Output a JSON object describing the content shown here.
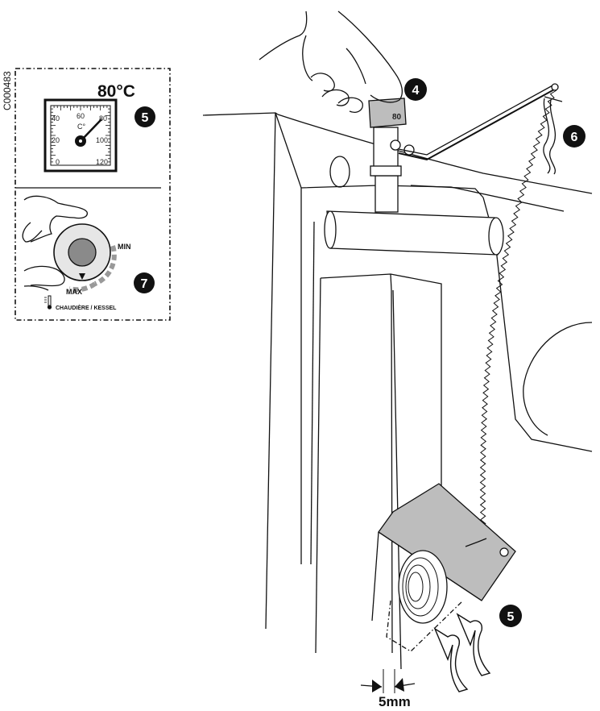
{
  "labels": {
    "doc_code": "C000483",
    "temperature": "80°C",
    "gauge_unit": "C°",
    "gauge_ticks": [
      "40",
      "60",
      "80",
      "20",
      "100",
      "0",
      "120"
    ],
    "knob_min": "MIN",
    "knob_max": "MAX",
    "boiler_label": "CHAUDIÈRE / KESSEL",
    "collar_value": "80",
    "dimension": "5mm"
  },
  "callouts": {
    "gauge": "5",
    "knob": "7",
    "regulator": "4",
    "chain": "6",
    "flap": "5"
  },
  "colors": {
    "ink": "#111111",
    "fill_grey": "#c8c8c8",
    "knob_center": "#8a8a8a",
    "paper": "#ffffff"
  }
}
